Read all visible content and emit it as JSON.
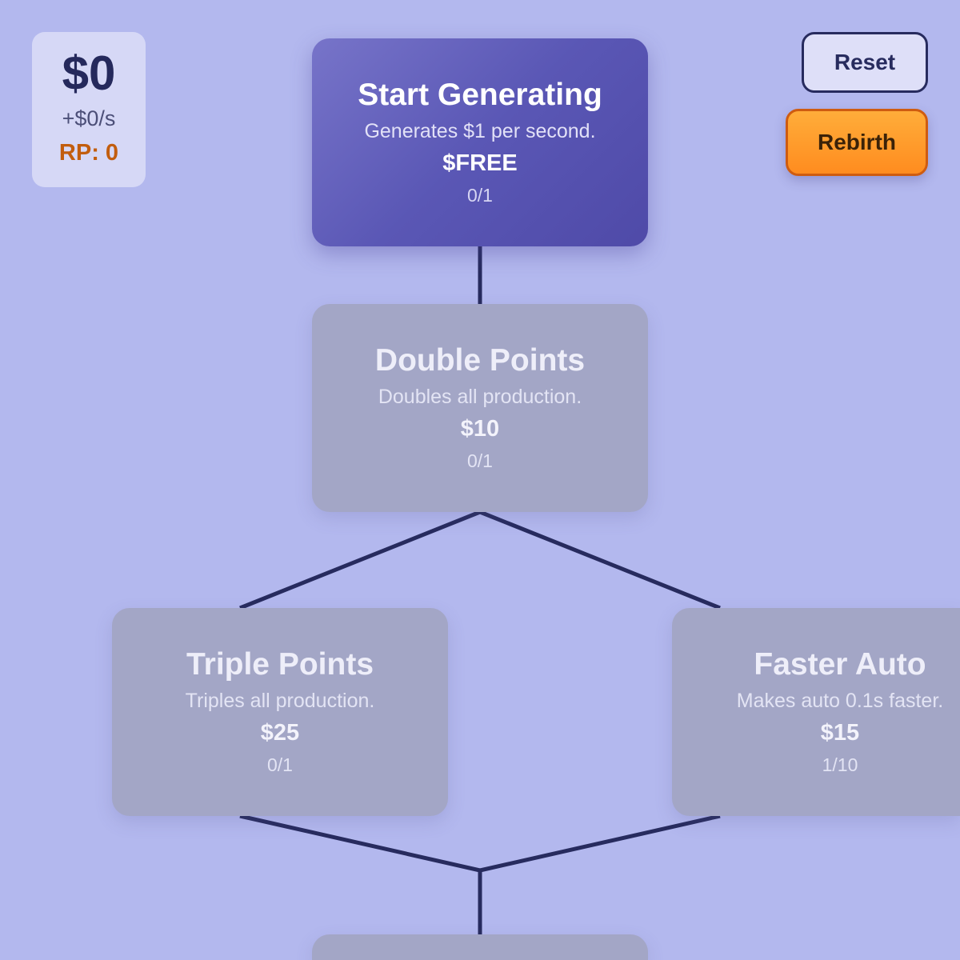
{
  "stats": {
    "money": "$0",
    "rate": "+$0/s",
    "rp": "RP: 0"
  },
  "buttons": {
    "reset_label": "Reset",
    "rebirth_label": "Rebirth"
  },
  "nodes": {
    "start": {
      "title": "Start Generating",
      "desc": "Generates $1 per second.",
      "cost": "$FREE",
      "level": "0/1"
    },
    "double": {
      "title": "Double Points",
      "desc": "Doubles all production.",
      "cost": "$10",
      "level": "0/1"
    },
    "triple": {
      "title": "Triple Points",
      "desc": "Triples all production.",
      "cost": "$25",
      "level": "0/1"
    },
    "faster": {
      "title": "Faster Auto",
      "desc": "Makes auto 0.1s faster.",
      "cost": "$15",
      "level": "1/10"
    },
    "next": {
      "title": "",
      "desc": "",
      "cost": "",
      "level": ""
    }
  },
  "colors": {
    "background": "#b3b8ee",
    "active_node": "#5a57b5",
    "locked_node": "#a3a6c6",
    "connector": "#272b5e",
    "rebirth": "#ff9a2a",
    "rp_text": "#c25d0e"
  }
}
